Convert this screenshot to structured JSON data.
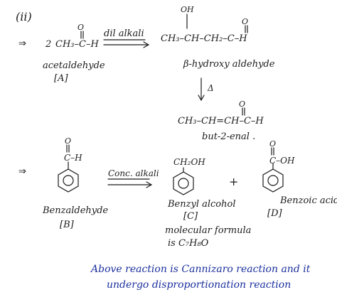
{
  "part_label": "(ii)",
  "implies_symbol": "⇒",
  "reaction1": {
    "reactant_coeff": "2",
    "reactant_formula": "CH₃–C–H",
    "reactant_oxygen": "O",
    "reactant_name": "acetaldehyde",
    "reactant_tag": "[A]",
    "reagent": "dil alkali",
    "product_formula": "CH₃–CH–CH₂–C–H",
    "product_oh": "OH",
    "product_oxygen": "O",
    "product_name": "β-hydroxy aldehyde",
    "heat_symbol": "Δ",
    "final_formula": "CH₃–CH=CH–C–H",
    "final_oxygen": "O",
    "final_name": "but-2-enal ."
  },
  "reaction2": {
    "reactant_group": "C–H",
    "reactant_oxygen": "O",
    "reactant_name": "Benzaldehyde",
    "reactant_tag": "[B]",
    "reagent": "Conc. alkali",
    "product1_group": "CH₂OH",
    "product1_name": "Benzyl alcohol",
    "product1_tag": "[C]",
    "plus": "+",
    "product2_group": "C–OH",
    "product2_oxygen": "O",
    "product2_name": "Benzoic acid",
    "product2_tag": "[D]",
    "formula_note_line1": "molecular formula",
    "formula_note_line2": "is C₇H₈O"
  },
  "conclusion": {
    "line1": "Above reaction is Cannizaro reaction and it",
    "line2": "undergo disproportionation reaction"
  }
}
